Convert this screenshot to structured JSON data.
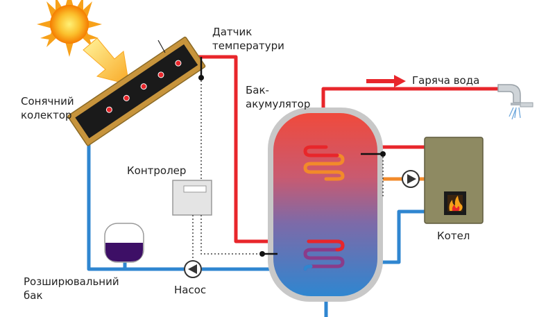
{
  "labels": {
    "sensor": "Датчик\nтемператури",
    "hot_water": "Гаряча вода",
    "collector": "Сонячний\nколектор",
    "tank": "Бак-\nакумулятор",
    "controller": "Контролер",
    "boiler": "Котел",
    "expansion_tank": "Розширювальний\nбак",
    "pump": "Насос"
  },
  "colors": {
    "hot": "#e8262b",
    "cold": "#2f86d0",
    "warm": "#f28a2a",
    "sun": "#f7a11a",
    "frame": "#c7943c",
    "boiler": "#8e8a62",
    "expansion_liquid": "#3d0f66"
  }
}
